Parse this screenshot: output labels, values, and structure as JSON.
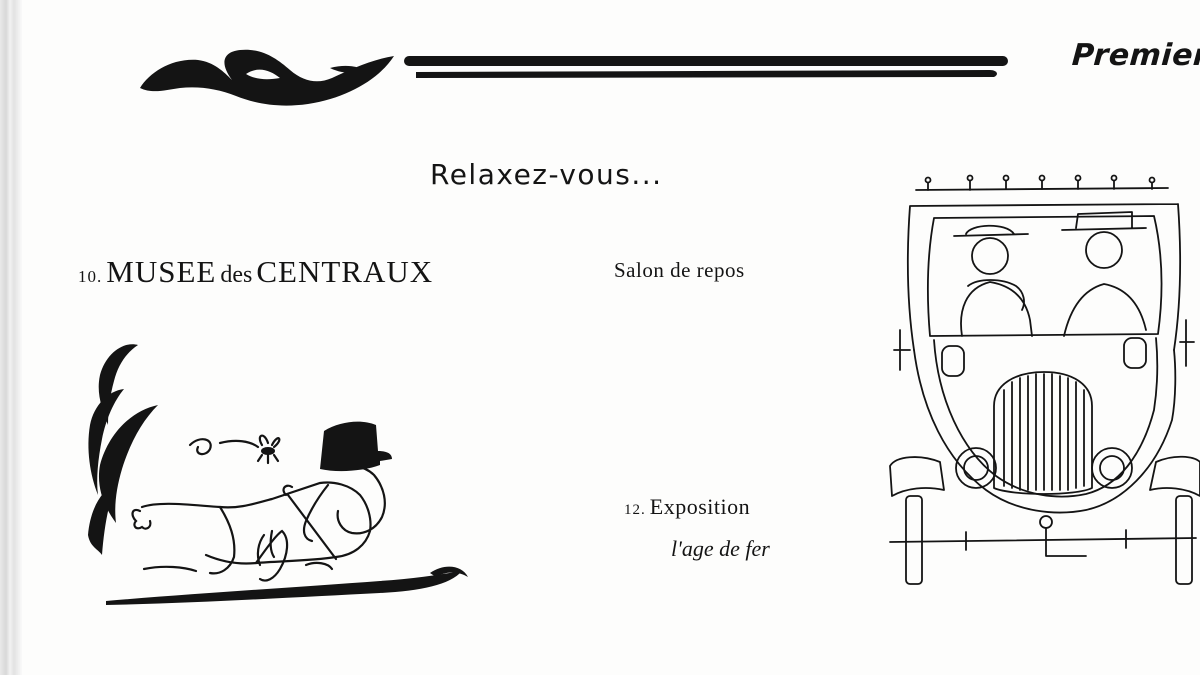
{
  "header": {
    "title": "Premier"
  },
  "heading": "Relaxez-vous...",
  "entries": [
    {
      "number": "10.",
      "name_part1": "MUSEE",
      "name_part2": "des",
      "name_part3": "CENTRAUX",
      "description": "Salon de repos"
    },
    {
      "number": "12.",
      "name": "Exposition",
      "subtitle": "l'age de fer"
    }
  ],
  "illustrations": {
    "reclining_man": "reclining-man-with-top-hat",
    "car": "vintage-car-with-couple"
  },
  "colors": {
    "ink": "#141414",
    "paper": "#fdfdfc"
  }
}
